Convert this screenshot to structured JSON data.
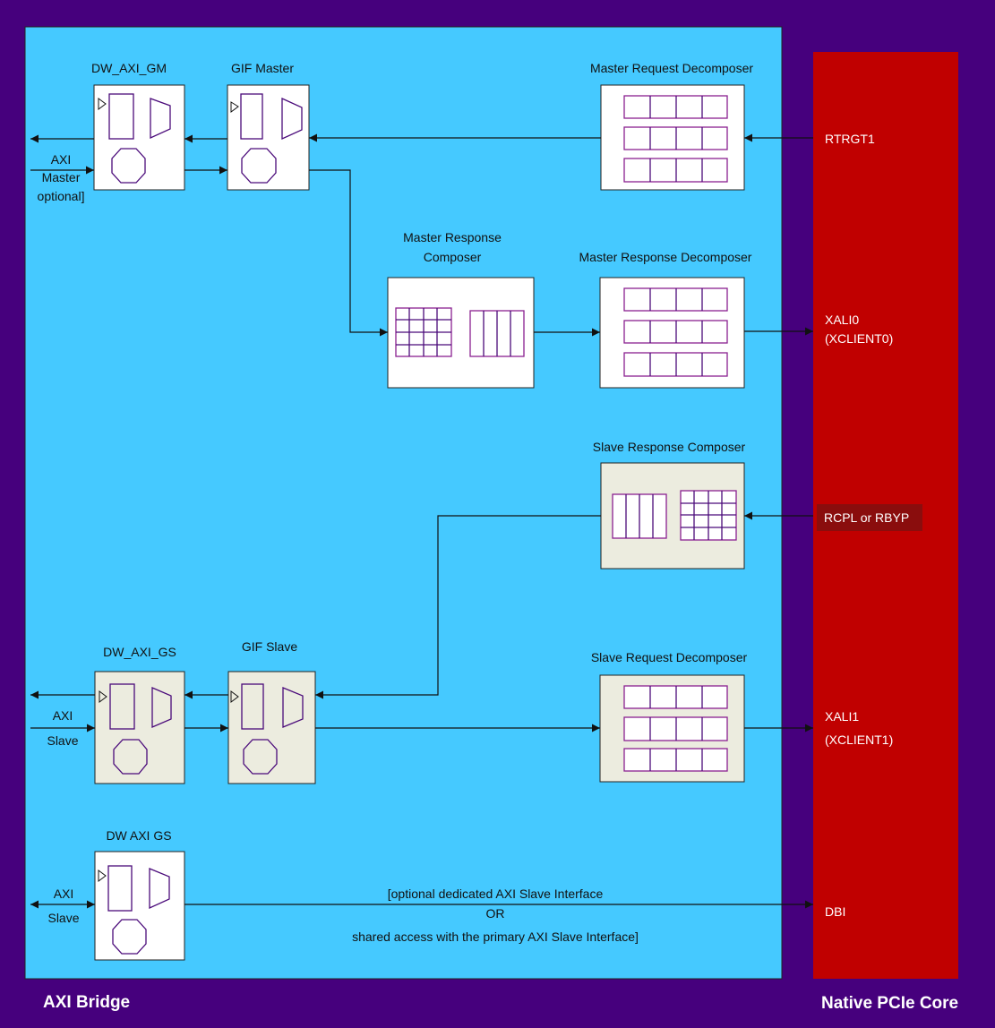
{
  "colors": {
    "outer_bg": "#46007d",
    "bridge_bg": "#45c9ff",
    "core_bg": "#c00000",
    "core_label_bg": "#8a0d0d",
    "block_white": "#ffffff",
    "block_gray": "#ececdf",
    "line": "#111111"
  },
  "regions": {
    "bridge_label": "AXI Bridge",
    "core_label": "Native PCIe Core"
  },
  "blocks": {
    "dw_axi_gm": "DW_AXI_GM",
    "gif_master": "GIF Master",
    "master_request_decomposer": "Master Request Decomposer",
    "master_response_composer": [
      "Master Response",
      "Composer"
    ],
    "master_response_decomposer": "Master Response Decomposer",
    "slave_response_composer": "Slave Response Composer",
    "dw_axi_gs": "DW_AXI_GS",
    "gif_slave": "GIF Slave",
    "slave_request_decomposer": "Slave Request Decomposer",
    "dw_axi_gs_dbi": "DW AXI GS"
  },
  "ports": {
    "axi_master": [
      "AXI",
      "Master",
      "optional]"
    ],
    "axi_slave": [
      "AXI",
      "Slave"
    ],
    "axi_slave_dbi": [
      "AXI",
      "Slave"
    ]
  },
  "interfaces": {
    "rtrgt1": "RTRGT1",
    "xali0": [
      "XALI0",
      "(XCLIENT0)"
    ],
    "rcpl_rbyp": "RCPL or RBYP",
    "xali1": [
      "XALI1",
      "(XCLIENT1)"
    ],
    "dbi": "DBI"
  },
  "dbi_note": [
    "[optional dedicated AXI Slave Interface",
    "OR",
    "shared access with the primary AXI Slave Interface]"
  ]
}
